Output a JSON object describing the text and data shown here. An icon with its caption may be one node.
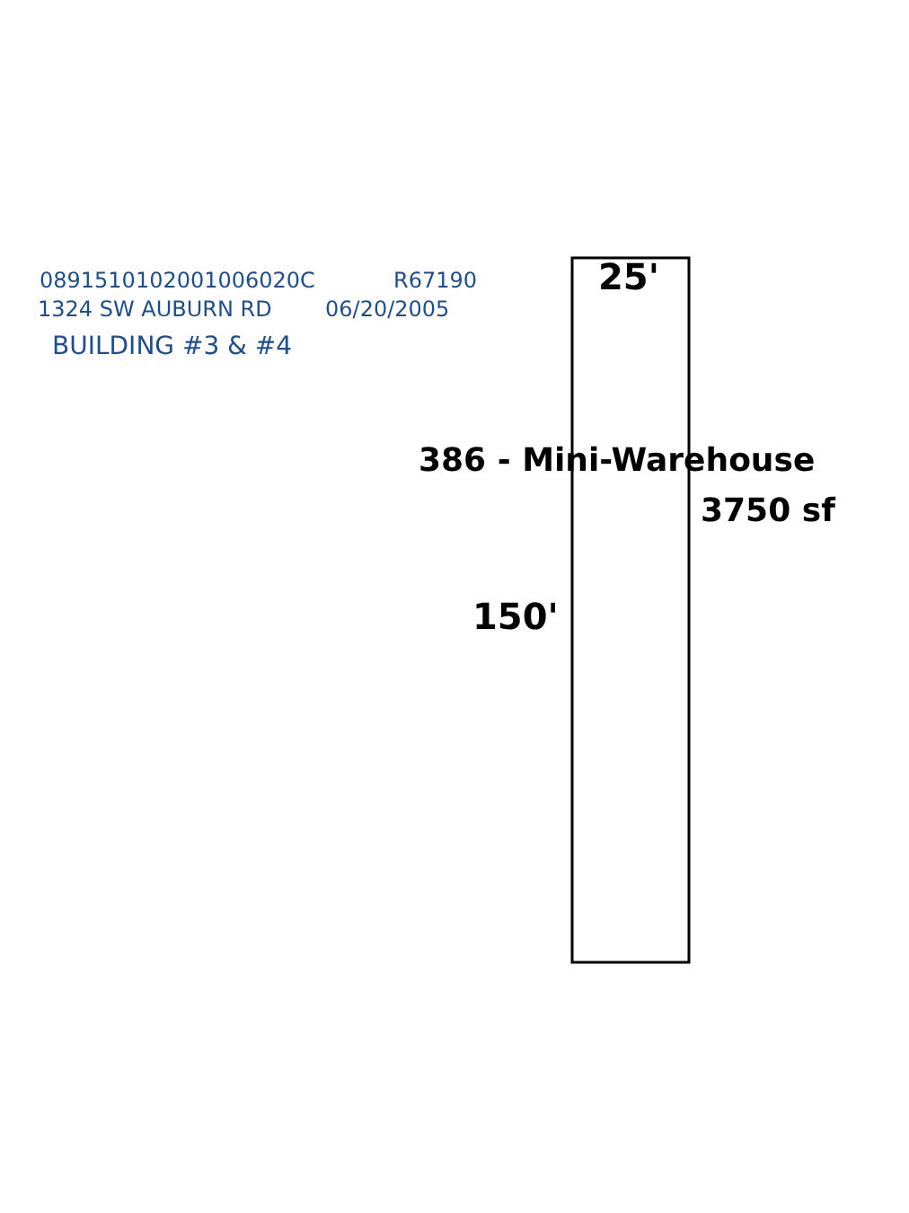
{
  "diagram": {
    "labels": [
      "0891510102001006020C",
      "R67190",
      "1324 SW AUBURN RD",
      "06/20/2005",
      "BUILDING #3 & #4",
      "25'",
      "386 - Mini-Warehouse",
      "3750 sf",
      "150'"
    ]
  }
}
